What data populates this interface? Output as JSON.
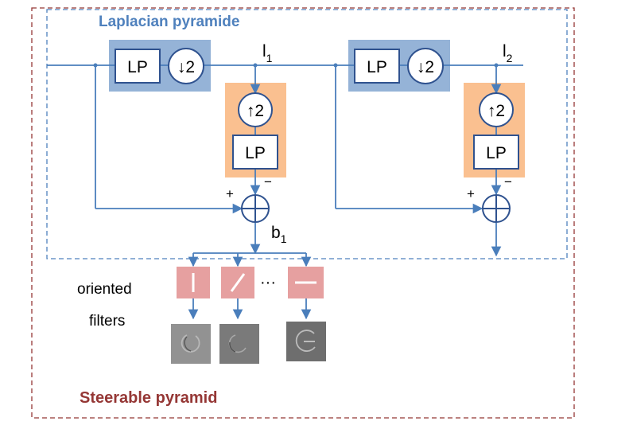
{
  "titles": {
    "laplacian": "Laplacian pyramide",
    "steerable": "Steerable pyramid"
  },
  "blocks": {
    "lp": "LP",
    "down": "↓2",
    "up": "↑2"
  },
  "signals": {
    "l1_main": "l",
    "l1_sub": "1",
    "l2_main": "l",
    "l2_sub": "2",
    "b1_main": "b",
    "b1_sub": "1"
  },
  "signs": {
    "plus": "+",
    "minus": "−"
  },
  "filters": {
    "label_line1": "oriented",
    "label_line2": "filters",
    "ellipsis": "···"
  },
  "colors": {
    "line": "#4A7EBB",
    "laplacian_box": "#4F81BD",
    "blue_fill": "#95B3D7",
    "orange_fill": "#FAC090",
    "filter_fill": "#E6A0A0",
    "steerable_border": "#953735",
    "block_border": "#2F528F"
  }
}
